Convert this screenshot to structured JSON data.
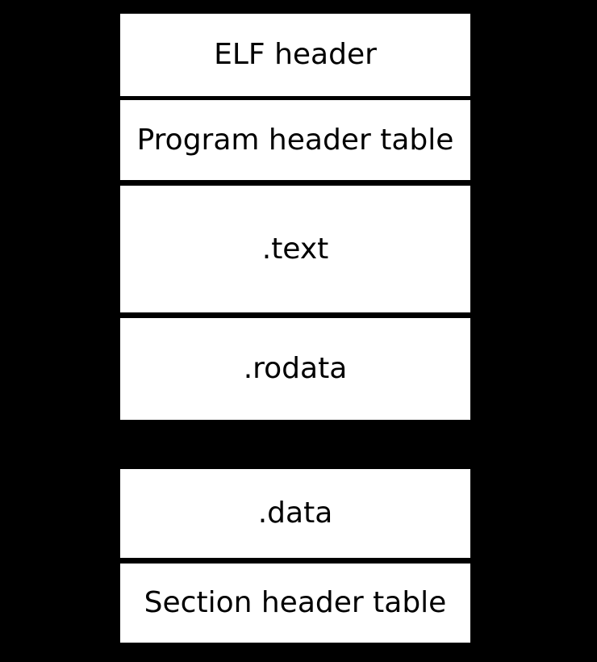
{
  "diagram": {
    "boxes": [
      {
        "label": "ELF header"
      },
      {
        "label": "Program header table"
      },
      {
        "label": ".text"
      },
      {
        "label": ".rodata"
      },
      {
        "label": ".data"
      },
      {
        "label": "Section header table"
      }
    ],
    "colors": {
      "background": "#000000",
      "box_fill": "#ffffff",
      "label_text": "#000000"
    }
  }
}
